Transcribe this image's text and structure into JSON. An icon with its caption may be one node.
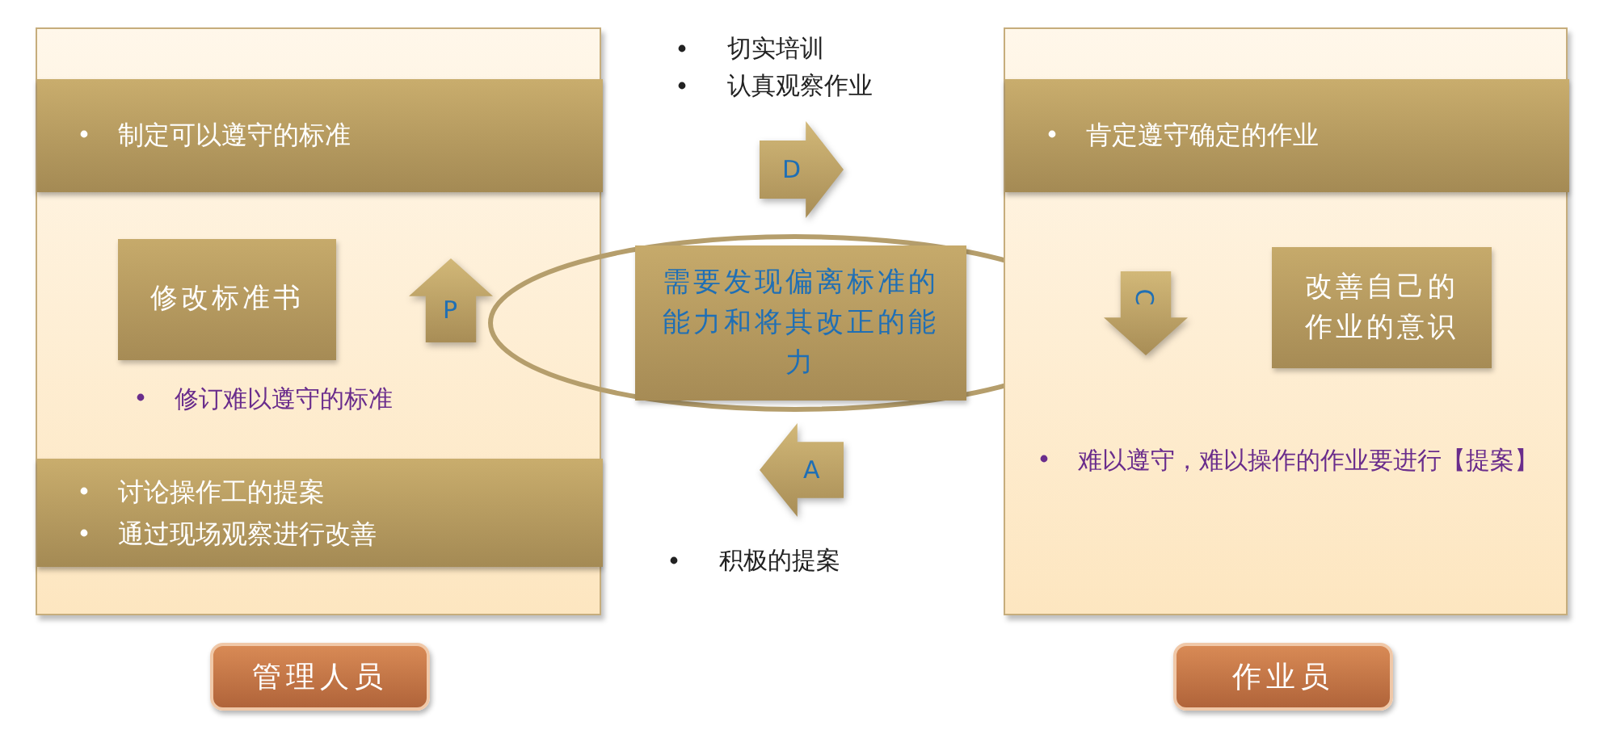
{
  "diagram": {
    "nodes": [
      {
        "text": [
          "修订难以遵守的标准"
        ]
      },
      {
        "text": [
          "制定可以遵守的标准"
        ],
        "in": 0
      },
      {
        "text": [
          "修改标准书"
        ],
        "in": 0
      },
      {
        "text": [
          "讨论操作工的提案",
          "通过现场观察进行改善"
        ],
        "in": 0
      },
      {
        "text": [],
        "shape": "ellipse"
      },
      {
        "text": [
          "需要发现偏离标准的能力和将其改正的能力"
        ],
        "in": 4
      },
      {
        "text": [
          "难以遵守，难以操作的作业要进行【提案】"
        ]
      },
      {
        "text": [
          "肯定遵守确定的作业"
        ],
        "in": 6
      },
      {
        "text": [
          "改善自己的作业的意识"
        ],
        "in": 6
      },
      {
        "text": [
          "管理人员"
        ]
      },
      {
        "text": [
          "作业员"
        ]
      }
    ],
    "labels": [
      "切实培训",
      "认真观察作业",
      "D",
      "P",
      "C",
      "A",
      "积极的提案"
    ]
  }
}
